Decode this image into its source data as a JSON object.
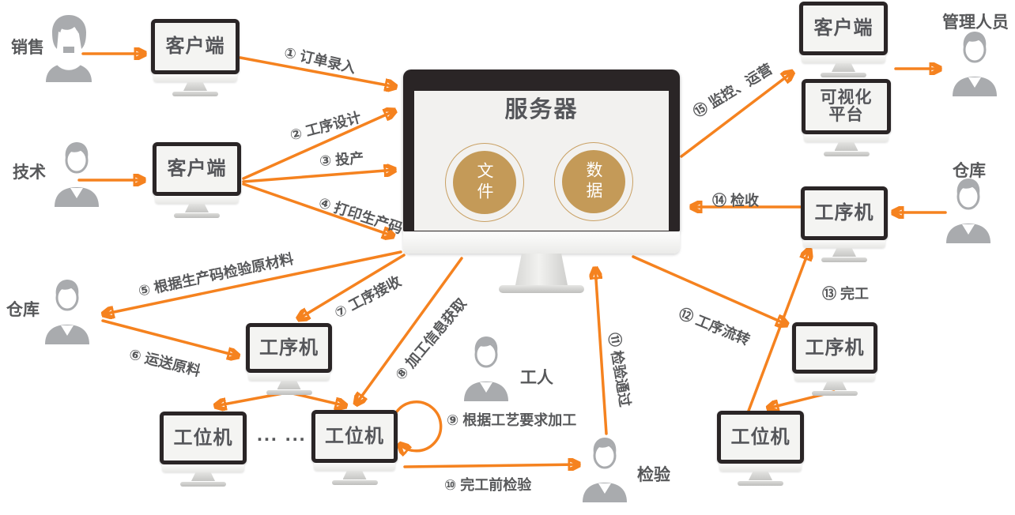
{
  "colors": {
    "accent": "#F5821F",
    "gold": "#C49A58",
    "gold_ring": "#C9A063",
    "monitor_frame": "#2A2526",
    "screen_fill": "#F4F4F2",
    "text": "#57585A",
    "person_gray": "#A9ABAE"
  },
  "server": {
    "title": "服务器",
    "stores": {
      "files": "文件",
      "data": "数据"
    }
  },
  "machines": {
    "client1": "客户端",
    "client2": "客户端",
    "client3": "客户端",
    "viz_line1": "可视化",
    "viz_line2": "平台",
    "process_left": "工序机",
    "process_right": "工序机",
    "process_lower": "工序机",
    "station1": "工位机",
    "station2": "工位机",
    "station3": "工位机"
  },
  "people": {
    "sales": "销售",
    "tech": "技术",
    "warehouse_left": "仓库",
    "worker": "工人",
    "inspector": "检验",
    "manager": "管理人员",
    "warehouse_right": "仓库"
  },
  "flows": {
    "f1": "① 订单录入",
    "f2": "② 工序设计",
    "f3": "③ 投产",
    "f4": "④ 打印生产码",
    "f5": "⑤ 根据生产码检验原材料",
    "f6": "⑥ 运送原料",
    "f7": "⑦ 工序接收",
    "f8": "⑧ 加工信息获取",
    "f9": "⑨ 根据工艺要求加工",
    "f10": "⑩ 完工前检验",
    "f11": "⑪ 检验通过",
    "f12": "⑫ 工序流转",
    "f13": "⑬ 完工",
    "f14": "⑭ 检收",
    "f15": "⑮ 监控、运营"
  },
  "ellipsis": "... ..."
}
